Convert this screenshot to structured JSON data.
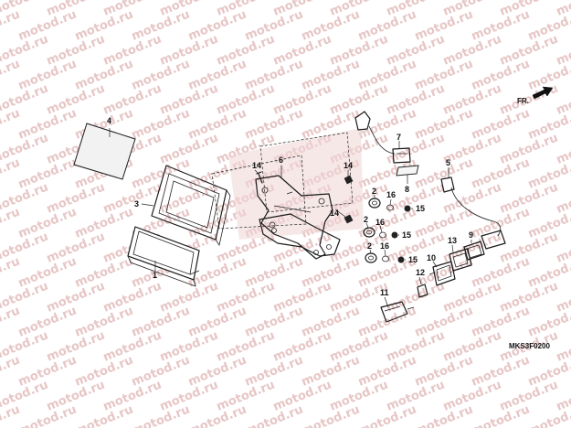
{
  "watermark_text": "motod.ru",
  "diagram_code": "MKS3F0200",
  "direction_label": "FR.",
  "callouts": [
    "1",
    "2",
    "2",
    "2",
    "3",
    "4",
    "5",
    "6",
    "7",
    "8",
    "9",
    "10",
    "11",
    "12",
    "13",
    "14",
    "14",
    "14",
    "15",
    "15",
    "15",
    "16",
    "16",
    "16"
  ]
}
